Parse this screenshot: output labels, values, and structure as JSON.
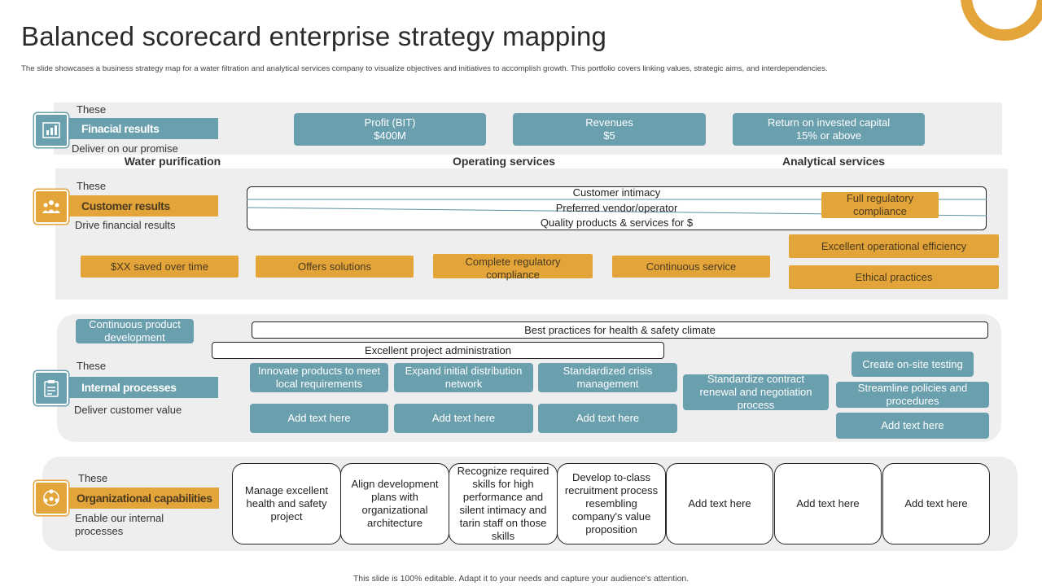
{
  "title": "Balanced scorecard enterprise strategy mapping",
  "subtitle": "The slide showcases a business strategy map for a water filtration and analytical services company to visualize objectives and initiatives to accomplish growth. This portfolio covers linking values, strategic aims, and interdependencies.",
  "colors": {
    "accent_blue": "#6a9fae",
    "accent_orange": "#e3a43a",
    "band_gray": "#eeeeee"
  },
  "financial": {
    "these": "These",
    "label": "Finacial results",
    "sub": "Deliver  on our promise",
    "icon": "chart-icon",
    "boxes": [
      {
        "line1": "Profit (BIT)",
        "line2": "$400M"
      },
      {
        "line1": "Revenues",
        "line2": "$5"
      },
      {
        "line1": "Return on invested capital",
        "line2": "15% or above"
      }
    ]
  },
  "columns": [
    "Water purification",
    "Operating services",
    "Analytical  services"
  ],
  "customer": {
    "these": "These",
    "label": "Customer results",
    "sub": "Drive  financial results",
    "icon": "people-icon",
    "stack": [
      "Customer intimacy",
      "Preferred  vendor/operator",
      "Quality products & services for $"
    ],
    "regulatory": "Full regulatory compliance",
    "row": [
      "$XX  saved over time",
      "Offers solutions",
      "Complete regulatory compliance",
      "Continuous  service"
    ],
    "right": [
      "Excellent operational  efficiency",
      "Ethical practices"
    ]
  },
  "internal": {
    "these": "These",
    "label": "Internal processes",
    "sub": "Deliver  customer value",
    "icon": "clipboard-icon",
    "top_left": "Continuous product development",
    "best_practices": "Best practices for health & safety climate",
    "project_admin": "Excellent project administration",
    "row1": [
      "Innovate  products to meet local requirements",
      "Expand initial distribution network",
      "Standardized crisis management"
    ],
    "row2": [
      "Add text here",
      "Add text here",
      "Add text here"
    ],
    "standardize": "Standardize contract renewal  and negotiation process",
    "onsite": "Create on-site testing",
    "streamline": "Streamline policies and procedures",
    "right_add": "Add text here"
  },
  "org": {
    "these": "These",
    "label": "Organizational capabilities",
    "sub": "Enable our internal processes",
    "icon": "network-icon",
    "cards": [
      "Manage excellent health and safety project",
      "Align development plans with organizational architecture",
      "Recognize required skills for high performance and silent intimacy and tarin staff on those skills",
      "Develop to-class recruitment process resembling company's value proposition",
      "Add text here",
      "Add text here",
      "Add text here"
    ]
  },
  "footer": "This slide is 100% editable.  Adapt it to your needs and capture your audience's attention."
}
